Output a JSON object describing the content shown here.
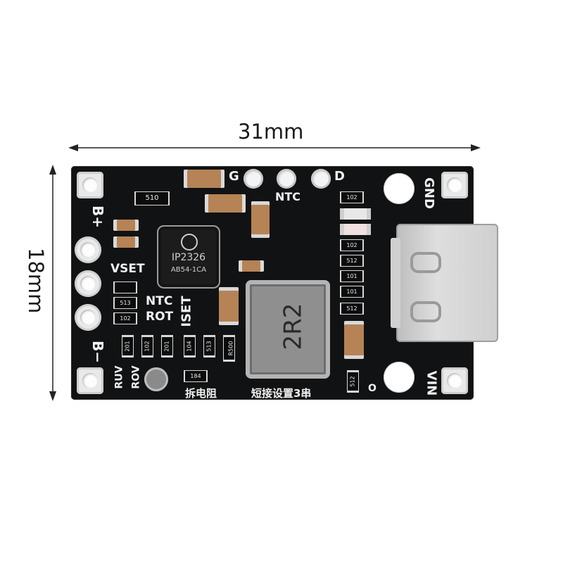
{
  "dimensions": {
    "width_label": "31mm",
    "height_label": "18mm"
  },
  "silkscreen": {
    "b_plus": "B+",
    "b_minus": "B−",
    "vset": "VSET",
    "ntc_left": "NTC",
    "rot": "ROT",
    "iset": "ISET",
    "g": "G",
    "ntc_top": "NTC",
    "d": "D",
    "gnd": "GND",
    "vin": "VIN",
    "ruv": "RUV",
    "rov": "ROV",
    "remove_resistor": "拆电阻",
    "short_set": "短接设置3串",
    "circle_mark": "O"
  },
  "chip": {
    "line1": "IP2326",
    "line2": "AB54-1CA"
  },
  "inductor": {
    "label": "2R2"
  },
  "resistors": {
    "r510": "510",
    "r513": "513",
    "r102a": "102",
    "r201a": "201",
    "r102b": "102",
    "r201b": "201",
    "r104": "104",
    "r513b": "513",
    "r500": "R500",
    "r184": "184",
    "rt102": "102",
    "rt512": "512",
    "rt101": "101",
    "rt101b": "101",
    "rt512b": "512",
    "rt102b": "102",
    "r512v": "512"
  }
}
